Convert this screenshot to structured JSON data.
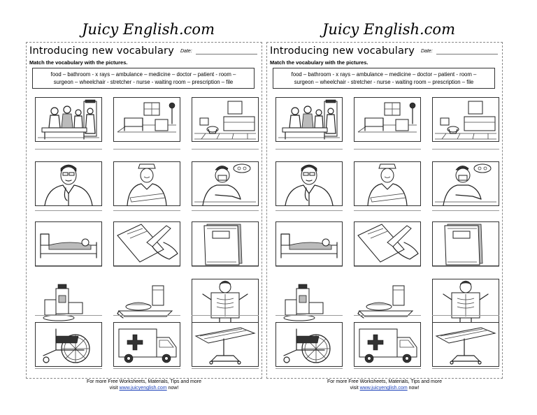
{
  "brand": "Juicy English.com",
  "worksheet": {
    "title": "Introducing new vocabulary",
    "date_label": "Date:",
    "instruction": "Match the vocabulary with the pictures.",
    "vocab_line1": "food – bathroom -  x rays – ambulance – medicine – doctor – patient - room –",
    "vocab_line2": "surgeon – wheelchair - stretcher - nurse - waiting room – prescription – file",
    "pictures": [
      "waiting-room",
      "room",
      "bathroom",
      "doctor",
      "nurse",
      "surgeon",
      "patient",
      "prescription",
      "file",
      "medicine",
      "food",
      "x-rays",
      "wheelchair",
      "ambulance",
      "stretcher"
    ],
    "exit_sign": "EXIT"
  },
  "footer": {
    "line1": "For more Free Worksheets, Materials, Tips and more",
    "visit": "visit ",
    "link": "www.juicyenglish.com",
    "now": " now!"
  }
}
